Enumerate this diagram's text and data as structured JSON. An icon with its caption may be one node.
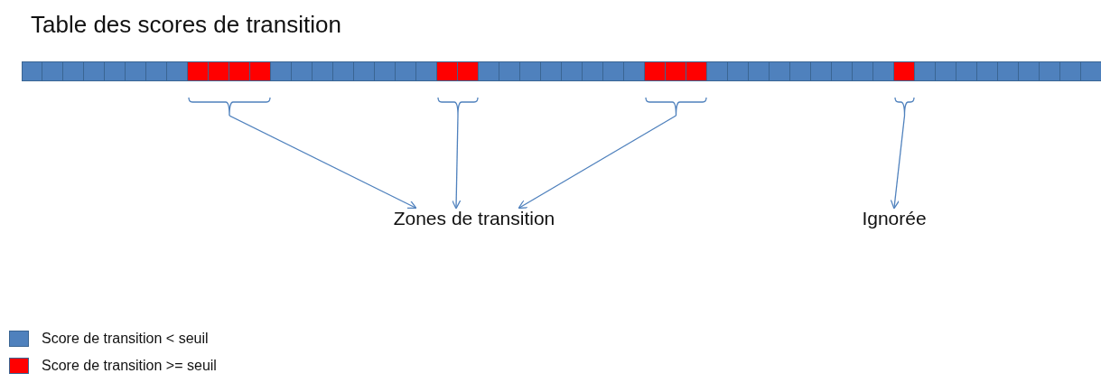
{
  "diagram": {
    "title": "Table des scores de transition",
    "nodes": [
      {
        "text": [],
        "shape": "bar"
      },
      {
        "text": [],
        "shape": "bar"
      },
      {
        "text": [],
        "shape": "bar"
      },
      {
        "text": [],
        "shape": "bar"
      },
      {
        "text": [
          "Zones de transition"
        ]
      },
      {
        "text": [
          "Ignorée"
        ]
      }
    ],
    "edges": [
      {
        "from": 0,
        "to": 4,
        "arrow": "to"
      },
      {
        "from": 1,
        "to": 4,
        "arrow": "to"
      },
      {
        "from": 2,
        "to": 4,
        "arrow": "to"
      },
      {
        "from": 3,
        "to": 5,
        "arrow": "to"
      }
    ],
    "legend": [
      {
        "text": "Score de transition < seuil",
        "color": "#4f81bd"
      },
      {
        "text": "Score de transition >=  seuil",
        "color": "#ff0000"
      }
    ]
  }
}
